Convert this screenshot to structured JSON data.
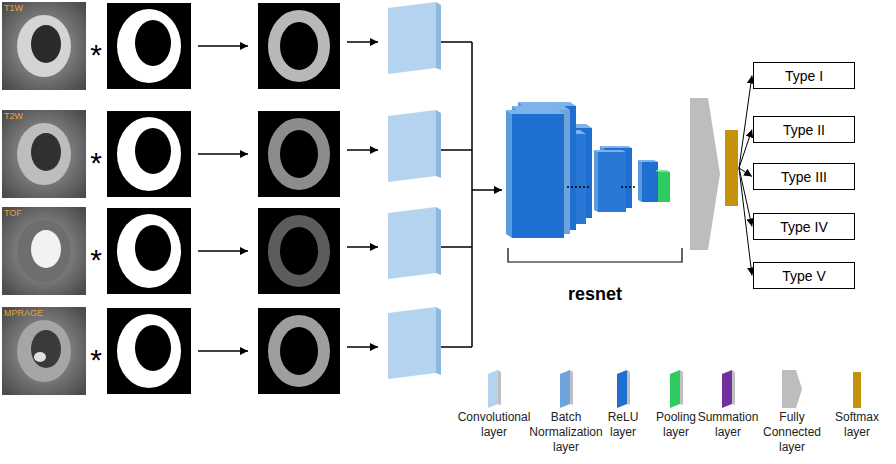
{
  "diagram": {
    "nodes": [
      {
        "text": [
          "Type I"
        ]
      },
      {
        "text": [
          "Type II"
        ]
      },
      {
        "text": [
          "Type III"
        ]
      },
      {
        "text": [
          "Type IV"
        ]
      },
      {
        "text": [
          "Type V"
        ]
      }
    ],
    "labels": [
      "T1W",
      "T2W",
      "TOF",
      "MPRAGE",
      "*",
      "*",
      "*",
      "*",
      "resnet"
    ],
    "legend": [
      {
        "text": "Convolutional layer",
        "color": "#b4d3ee"
      },
      {
        "text": "Batch Normalization layer",
        "color": "#6fa3dc"
      },
      {
        "text": "ReLU layer",
        "color": "#1f6fd0"
      },
      {
        "text": "Pooling layer",
        "color": "#2ecc60"
      },
      {
        "text": "Summation layer",
        "color": "#7030a0"
      },
      {
        "text": "Fully Connected layer",
        "color": "#bdbdbd"
      },
      {
        "text": "Softmax layer",
        "color": "#c4920c"
      }
    ]
  }
}
